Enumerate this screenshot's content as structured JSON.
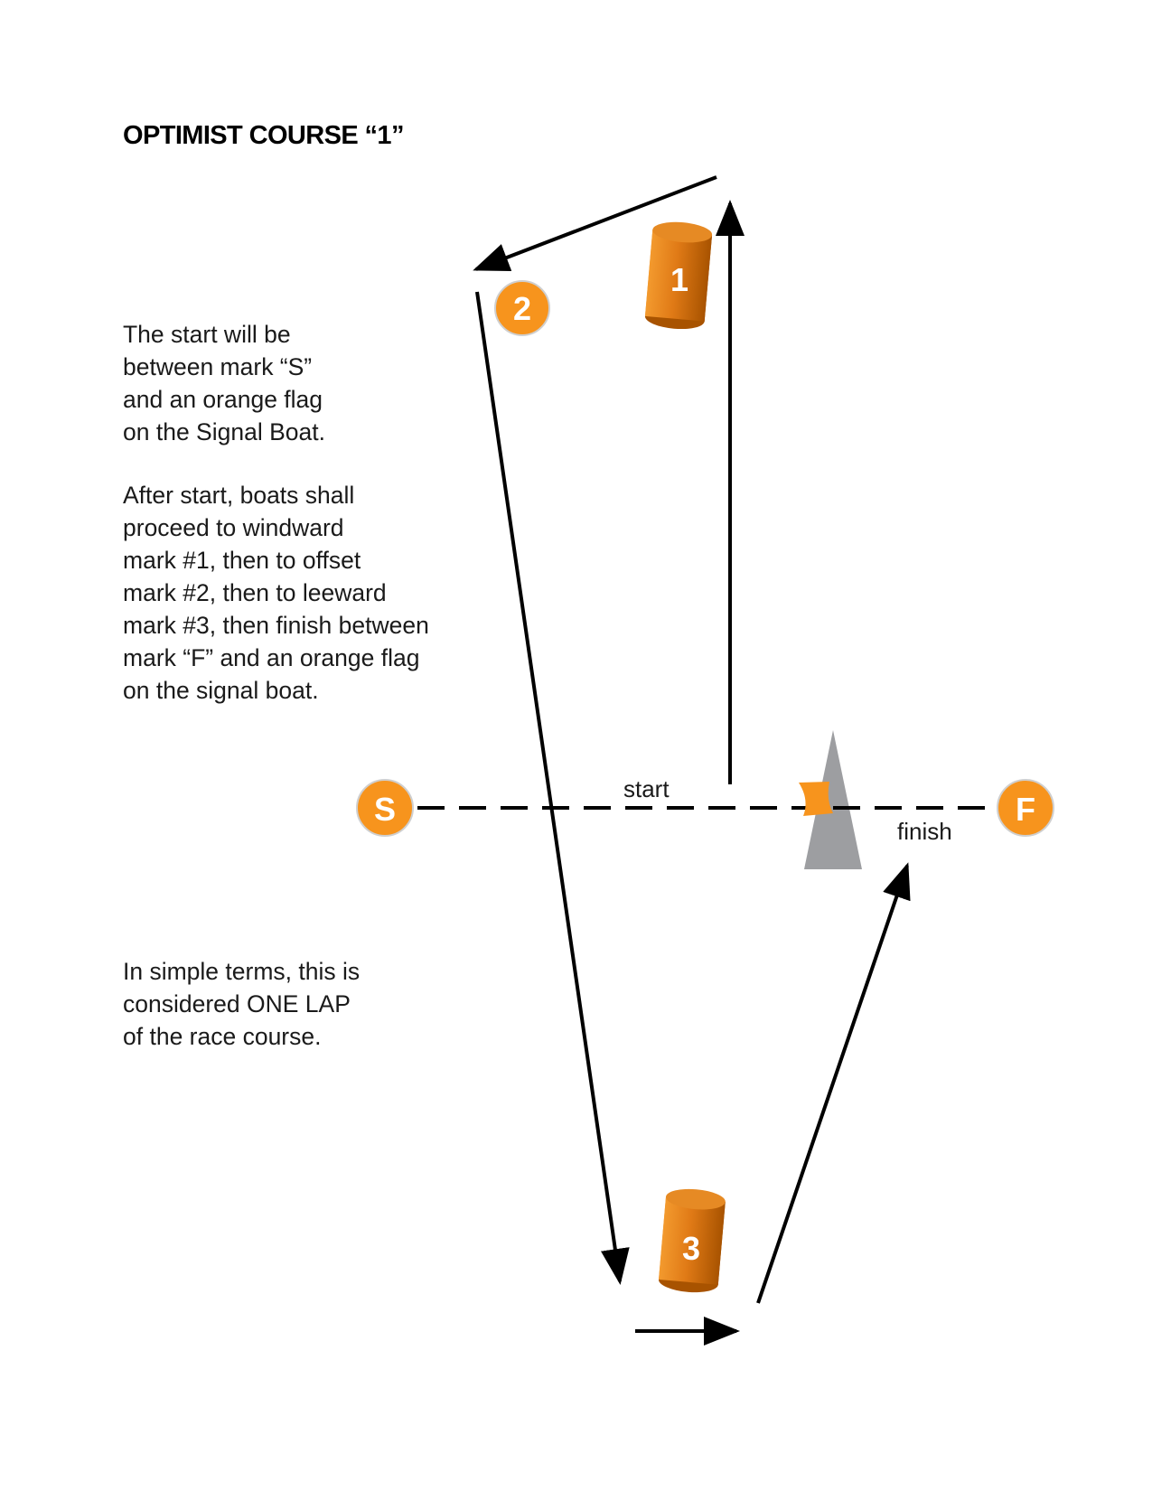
{
  "title": "OPTIMIST COURSE “1”",
  "paragraphs": [
    [
      "The start will be",
      "between mark “S”",
      "and an orange flag",
      "on the Signal Boat."
    ],
    [
      "After start, boats shall",
      "proceed to windward",
      "mark #1, then to offset",
      "mark #2, then to leeward",
      "mark #3, then finish between",
      "mark “F” and an orange flag",
      "on the signal boat."
    ],
    [
      "In simple terms, this is",
      "considered ONE LAP",
      "of the race course."
    ]
  ],
  "marks": {
    "one": "1",
    "two": "2",
    "three": "3",
    "start": "S",
    "finish": "F"
  },
  "labels": {
    "start": "start",
    "finish": "finish"
  },
  "colors": {
    "orange": "#f7941d",
    "orange_dark": "#b35a00",
    "boat_gray": "#9d9ea1",
    "arrow": "#000000",
    "mark_outline": "#c8c8c8"
  }
}
